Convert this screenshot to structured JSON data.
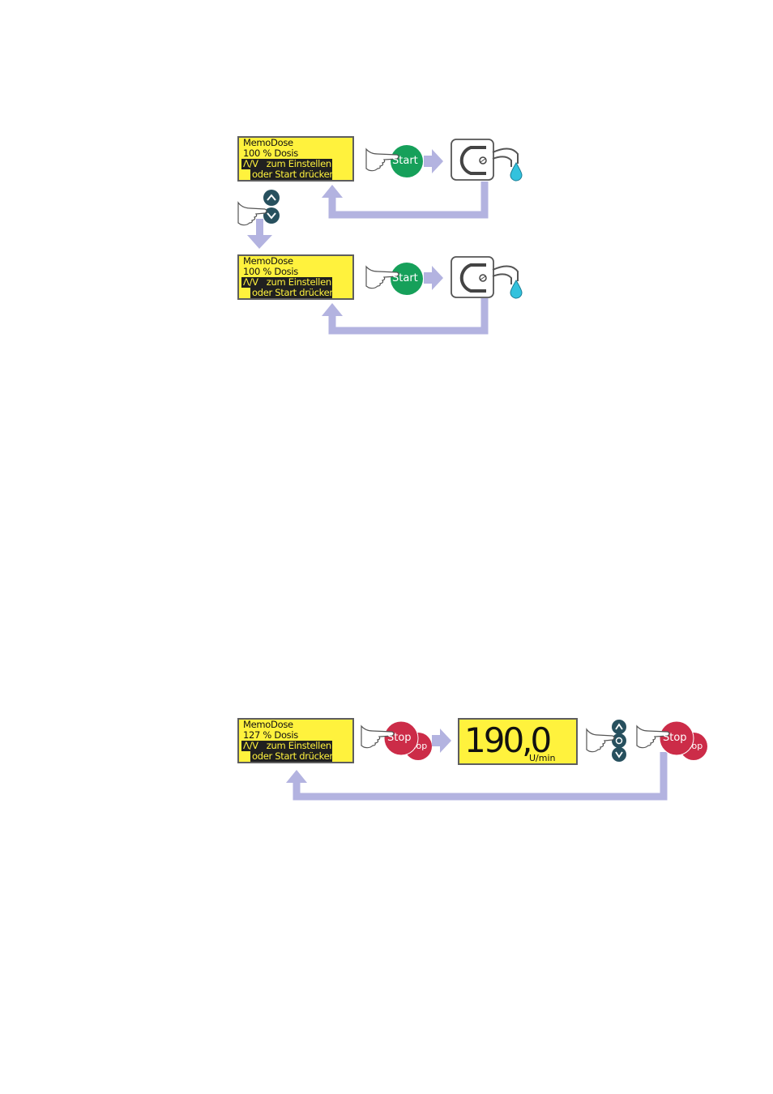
{
  "diagram_1": {
    "display_top": {
      "line1": "MemoDose",
      "line2": "100 % Dosis",
      "line3": "Λ/V   zum Einstellen",
      "line4": "oder Start drücken"
    },
    "display_bottom": {
      "line1": "MemoDose",
      "line2": "100 % Dosis",
      "line3": "Λ/V   zum Einstellen",
      "line4": "oder Start drücken"
    },
    "start_label": "Start"
  },
  "diagram_2": {
    "display": {
      "line1": "MemoDose",
      "line2": "127 % Dosis",
      "line3": "Λ/V   zum Einstellen",
      "line4": "oder Start drücken"
    },
    "stop_label": "Stop",
    "stop_label_partial": ".op",
    "speed_value": "190,0",
    "speed_unit": "U/min"
  },
  "colors": {
    "lcd_yellow": "#fff23d",
    "arrow_lavender": "#b3b3e0",
    "start_green": "#16a05a",
    "stop_red": "#cc2c48",
    "nav_teal": "#27505e",
    "drop_cyan": "#33c2dd"
  }
}
